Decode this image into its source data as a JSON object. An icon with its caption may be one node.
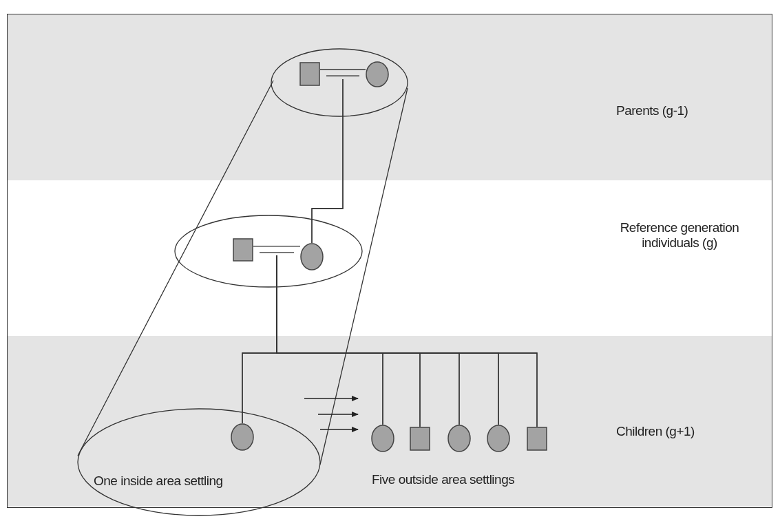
{
  "diagram": {
    "nodes": [
      {
        "text": [],
        "shape": "ellipse"
      },
      {
        "text": [],
        "shape": "box",
        "in": 0
      },
      {
        "text": [],
        "shape": "circle",
        "in": 0
      },
      {
        "text": [],
        "shape": "ellipse"
      },
      {
        "text": [],
        "shape": "box",
        "in": 3
      },
      {
        "text": [],
        "shape": "circle",
        "in": 3
      },
      {
        "text": [
          "One inside area settling"
        ]
      },
      {
        "text": [],
        "shape": "circle",
        "in": 6
      },
      {
        "text": [],
        "shape": "circle"
      },
      {
        "text": [],
        "shape": "box"
      },
      {
        "text": [],
        "shape": "circle"
      },
      {
        "text": [],
        "shape": "circle"
      },
      {
        "text": [],
        "shape": "box"
      }
    ],
    "edges": [
      {
        "from": 1,
        "to": 2,
        "arrow": "none"
      },
      {
        "from": 1,
        "to": 5,
        "arrow": "none"
      },
      {
        "from": 2,
        "to": 5,
        "arrow": "none"
      },
      {
        "from": 4,
        "to": 5,
        "arrow": "none"
      },
      {
        "from": 4,
        "to": 7,
        "arrow": "none"
      },
      {
        "from": 5,
        "to": 7,
        "arrow": "none"
      },
      {
        "from": 4,
        "to": 8,
        "arrow": "none"
      },
      {
        "from": 5,
        "to": 8,
        "arrow": "none"
      },
      {
        "from": 4,
        "to": 9,
        "arrow": "none"
      },
      {
        "from": 5,
        "to": 9,
        "arrow": "none"
      },
      {
        "from": 4,
        "to": 10,
        "arrow": "none"
      },
      {
        "from": 5,
        "to": 10,
        "arrow": "none"
      },
      {
        "from": 4,
        "to": 11,
        "arrow": "none"
      },
      {
        "from": 5,
        "to": 11,
        "arrow": "none"
      },
      {
        "from": 4,
        "to": 12,
        "arrow": "none"
      },
      {
        "from": 5,
        "to": 12,
        "arrow": "none"
      }
    ],
    "labels": [
      "Parents (g-1)",
      "Reference generation individuals (g)",
      "Children (g+1)",
      "Five outside area settlings"
    ]
  }
}
